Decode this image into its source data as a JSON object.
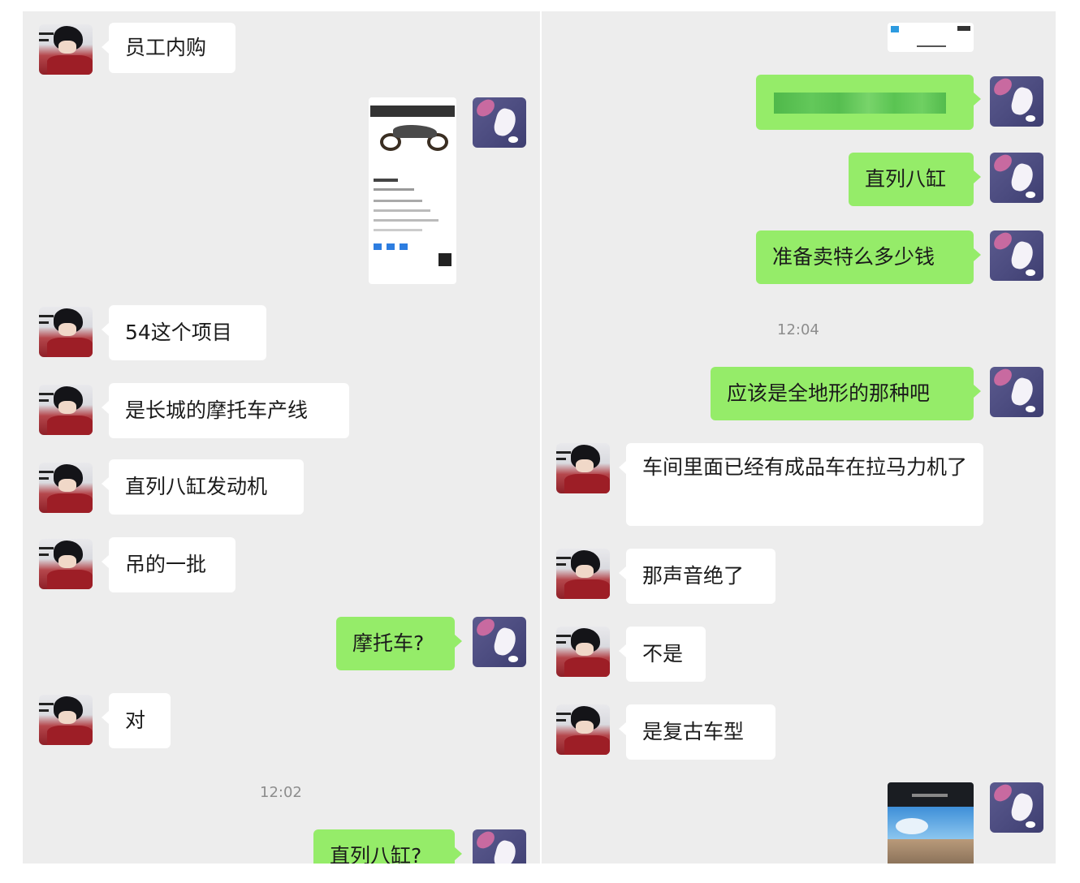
{
  "left_chat": {
    "messages": [
      {
        "from": "other",
        "text": "员工内购"
      },
      {
        "from": "me",
        "type": "image",
        "alt": "motorcycle product page screenshot"
      },
      {
        "from": "other",
        "text": "54这个项目"
      },
      {
        "from": "other",
        "text": "是长城的摩托车产线"
      },
      {
        "from": "other",
        "text": "直列八缸发动机"
      },
      {
        "from": "other",
        "text": "吊的一批"
      },
      {
        "from": "me",
        "text": "摩托车?"
      },
      {
        "from": "other",
        "text": "对"
      },
      {
        "from": "me",
        "text": "直列八缸?"
      }
    ],
    "timestamp": "12:02"
  },
  "right_chat": {
    "messages": [
      {
        "from": "me",
        "type": "image",
        "alt": "screenshot fragment"
      },
      {
        "from": "me",
        "text": "",
        "redacted": true
      },
      {
        "from": "me",
        "text": "直列八缸"
      },
      {
        "from": "me",
        "text": "准备卖特么多少钱"
      },
      {
        "from": "me",
        "text": "应该是全地形的那种吧"
      },
      {
        "from": "other",
        "text": "车间里面已经有成品车在拉马力机了"
      },
      {
        "from": "other",
        "text": "那声音绝了"
      },
      {
        "from": "other",
        "text": "不是"
      },
      {
        "from": "other",
        "text": "是复古车型"
      },
      {
        "from": "me",
        "type": "image",
        "alt": "car photo screenshot"
      }
    ],
    "timestamp": "12:04"
  },
  "colors": {
    "background": "#ededed",
    "bubble_white": "#ffffff",
    "bubble_green": "#95ec69",
    "timestamp": "#8d8d8d"
  },
  "icons": {
    "avatar_other": "person-red-jacket-avatar",
    "avatar_me": "purple-cartoon-avatar"
  }
}
